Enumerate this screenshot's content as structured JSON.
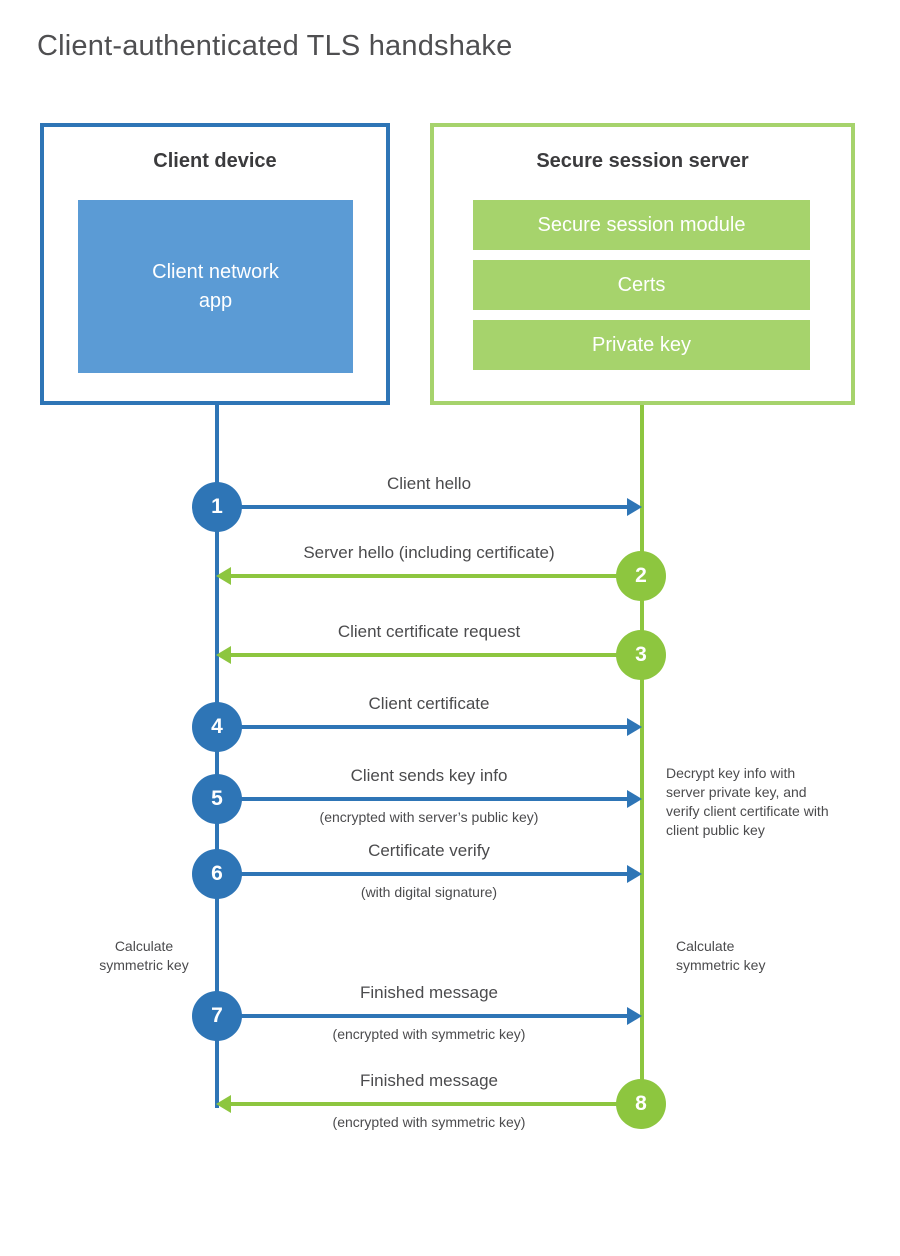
{
  "page": {
    "title": "Client-authenticated TLS handshake"
  },
  "colors": {
    "blue": "#2e75b6",
    "blue_light": "#5b9bd5",
    "green": "#8dc63f",
    "green_light": "#a6d36c"
  },
  "client": {
    "title": "Client device",
    "app_label": "Client network app"
  },
  "server": {
    "title": "Secure session server",
    "modules": [
      "Secure session module",
      "Certs",
      "Private key"
    ]
  },
  "messages": [
    {
      "step": "1",
      "from": "client",
      "direction": "right",
      "label": "Client hello",
      "sublabel": ""
    },
    {
      "step": "2",
      "from": "server",
      "direction": "left",
      "label": "Server hello (including certificate)",
      "sublabel": ""
    },
    {
      "step": "3",
      "from": "server",
      "direction": "left",
      "label": "Client certificate request",
      "sublabel": ""
    },
    {
      "step": "4",
      "from": "client",
      "direction": "right",
      "label": "Client certificate",
      "sublabel": ""
    },
    {
      "step": "5",
      "from": "client",
      "direction": "right",
      "label": "Client sends key info",
      "sublabel": "(encrypted with server’s public key)"
    },
    {
      "step": "6",
      "from": "client",
      "direction": "right",
      "label": "Certificate verify",
      "sublabel": "(with digital signature)"
    },
    {
      "step": "7",
      "from": "client",
      "direction": "right",
      "label": "Finished message",
      "sublabel": "(encrypted with symmetric key)"
    },
    {
      "step": "8",
      "from": "server",
      "direction": "left",
      "label": "Finished message",
      "sublabel": "(encrypted with symmetric key)"
    }
  ],
  "annotations": {
    "decrypt_note": "Decrypt key info with server private key, and verify client certificate with client public key",
    "calculate_left": "Calculate symmetric key",
    "calculate_right": "Calculate symmetric key"
  }
}
